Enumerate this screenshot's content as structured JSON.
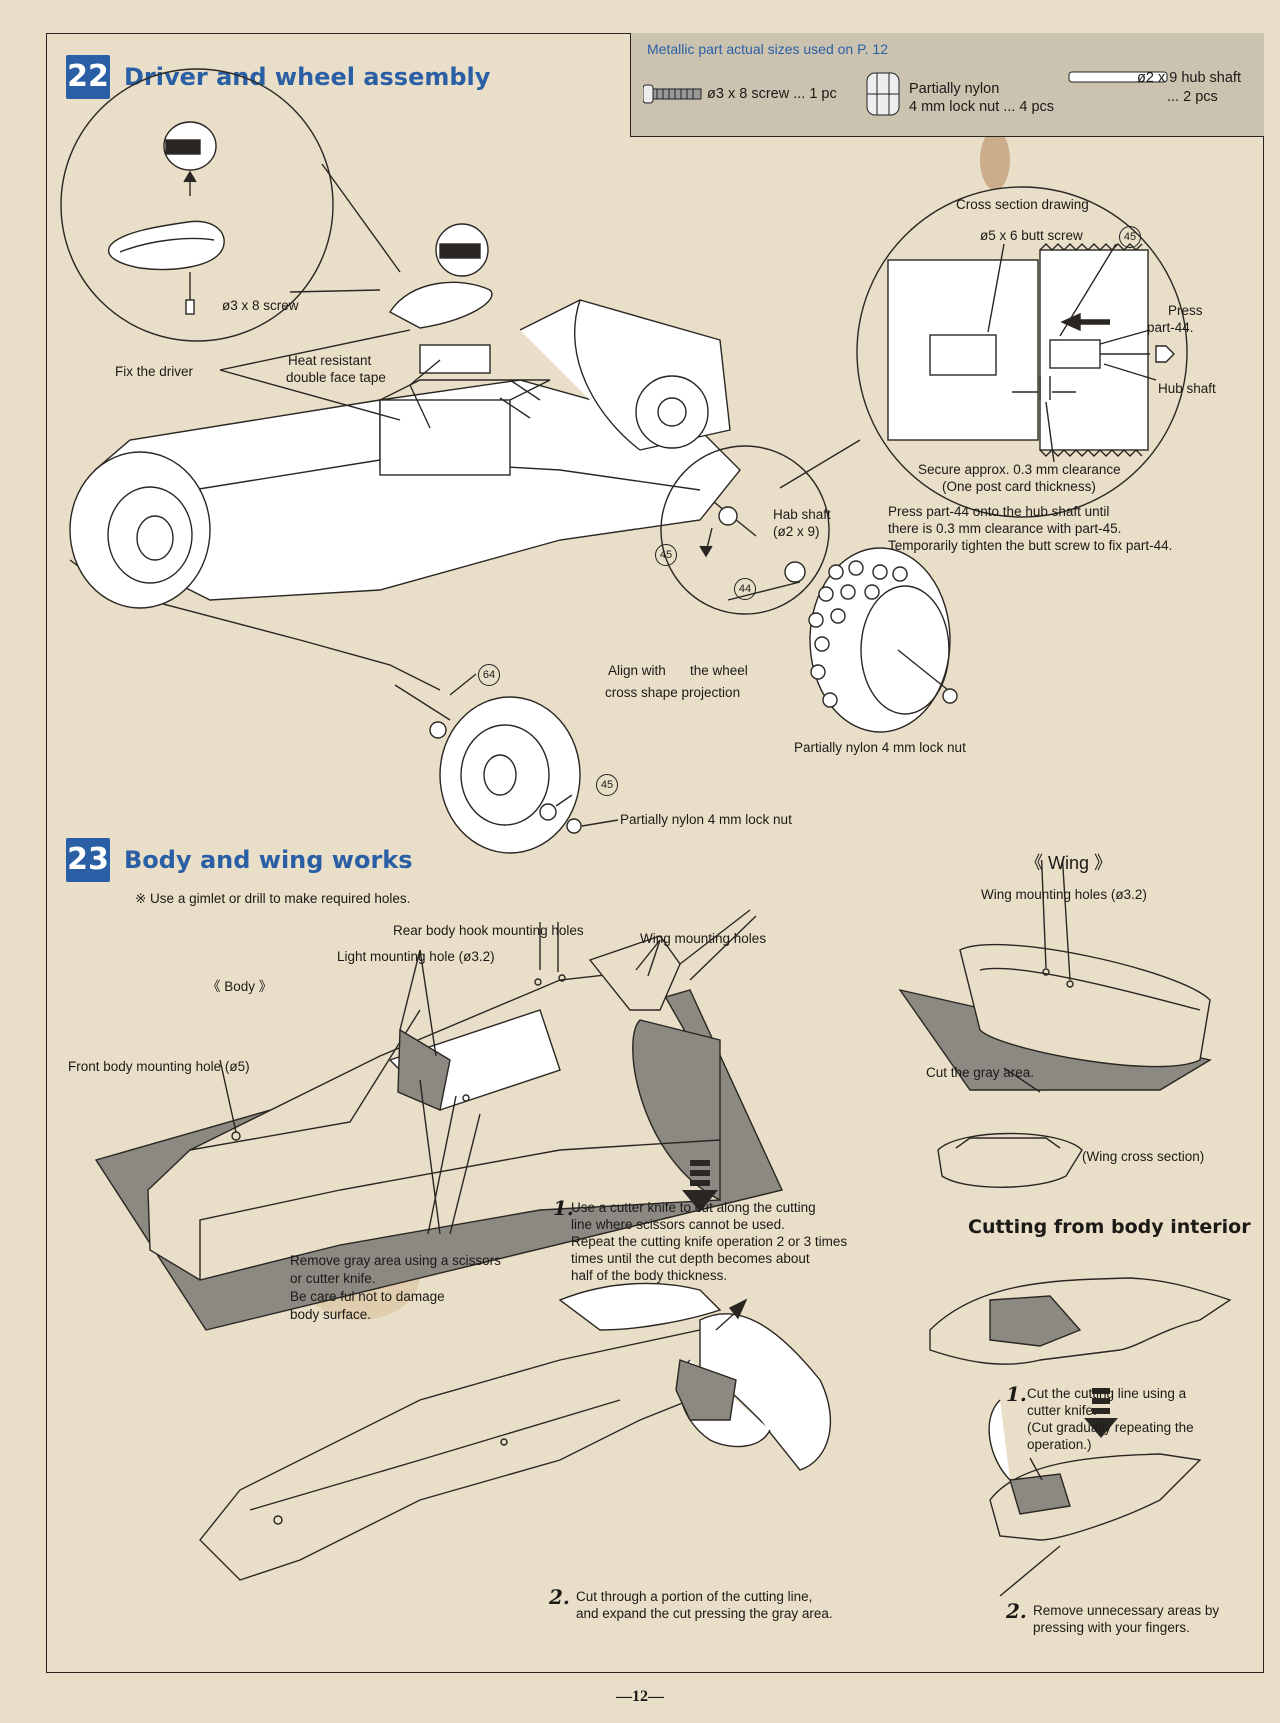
{
  "header_box": {
    "title": "Metallic part actual sizes used on P. 12",
    "screw": "ø3 x 8 screw ... 1 pc",
    "nut_line1": "Partially nylon",
    "nut_line2": "4 mm lock nut ... 4 pcs",
    "shaft_line1": "ø2 x 9 hub shaft",
    "shaft_line2": "... 2 pcs"
  },
  "section22": {
    "number": "22",
    "title": "Driver and wheel assembly",
    "screw_label": "ø3 x 8 screw",
    "fix_driver": "Fix the driver",
    "tape_line1": "Heat resistant",
    "tape_line2": "double face tape",
    "cross_section_title": "Cross section drawing",
    "butt_screw": "ø5 x 6 butt screw",
    "part45": "45",
    "part44": "44",
    "part64": "64",
    "press_line1": "Press",
    "press_line2": "part-44.",
    "hub_shaft": "Hub shaft",
    "clearance_line1": "Secure approx. 0.3 mm clearance",
    "clearance_line2": "(One post card thickness)",
    "press_note_line1": "Press part-44 onto the hub shaft until",
    "press_note_line2": "there is 0.3 mm clearance with part-45.",
    "press_note_line3": "Temporarily tighten the butt screw to fix part-44.",
    "hab_shaft_line1": "Hab shaft",
    "hab_shaft_line2": "(ø2 x 9)",
    "align_line1": "Align with",
    "align_line1b": "the wheel",
    "align_line2": "cross shape projection",
    "lock_nut_rear": "Partially nylon 4 mm lock nut",
    "lock_nut_front": "Partially nylon 4 mm lock nut"
  },
  "section23": {
    "number": "23",
    "title": "Body and wing works",
    "note": "※ Use a gimlet or drill to make required holes.",
    "body_heading": "《 Body 》",
    "rear_hook_holes": "Rear body hook mounting holes",
    "light_hole": "Light mounting hole (ø3.2)",
    "wing_holes": "Wing mounting holes",
    "front_hole": "Front body mounting hole (ø5)",
    "remove_line1": "Remove gray area using a scissors",
    "remove_line2": "or cutter knife.",
    "remove_line3": "Be care ful not to damage",
    "remove_line4": "body surface.",
    "step1_num": "1.",
    "step1_line1": "Use a cutter knife to cut along the cutting",
    "step1_line2": "line where scissors cannot be used.",
    "step1_line3": "Repeat the cutting knife operation 2 or 3 times",
    "step1_line4": "times until the cut depth becomes about",
    "step1_line5": "half of the body thickness.",
    "step2_num": "2.",
    "step2_line1": "Cut through a portion of the cutting line,",
    "step2_line2": "and expand the cut pressing the gray area.",
    "wing_heading": "《 Wing 》",
    "wing_mount_holes": "Wing mounting holes (ø3.2)",
    "cut_gray": "Cut the gray area.",
    "wing_cross": "(Wing cross section)",
    "interior_title": "Cutting from body interior",
    "int1_num": "1.",
    "int1_line1": "Cut the cutting line using a",
    "int1_line2": "cutter knife.",
    "int1_line3": "(Cut gradually repeating the",
    "int1_line4": "operation.)",
    "int2_num": "2.",
    "int2_line1": "Remove unnecessary areas by",
    "int2_line2": "pressing  with your fingers."
  },
  "page_number": "—12—",
  "colors": {
    "accent_blue": "#2a5fa6",
    "paper": "#e9dfc8",
    "gray_area": "#8c8882"
  }
}
